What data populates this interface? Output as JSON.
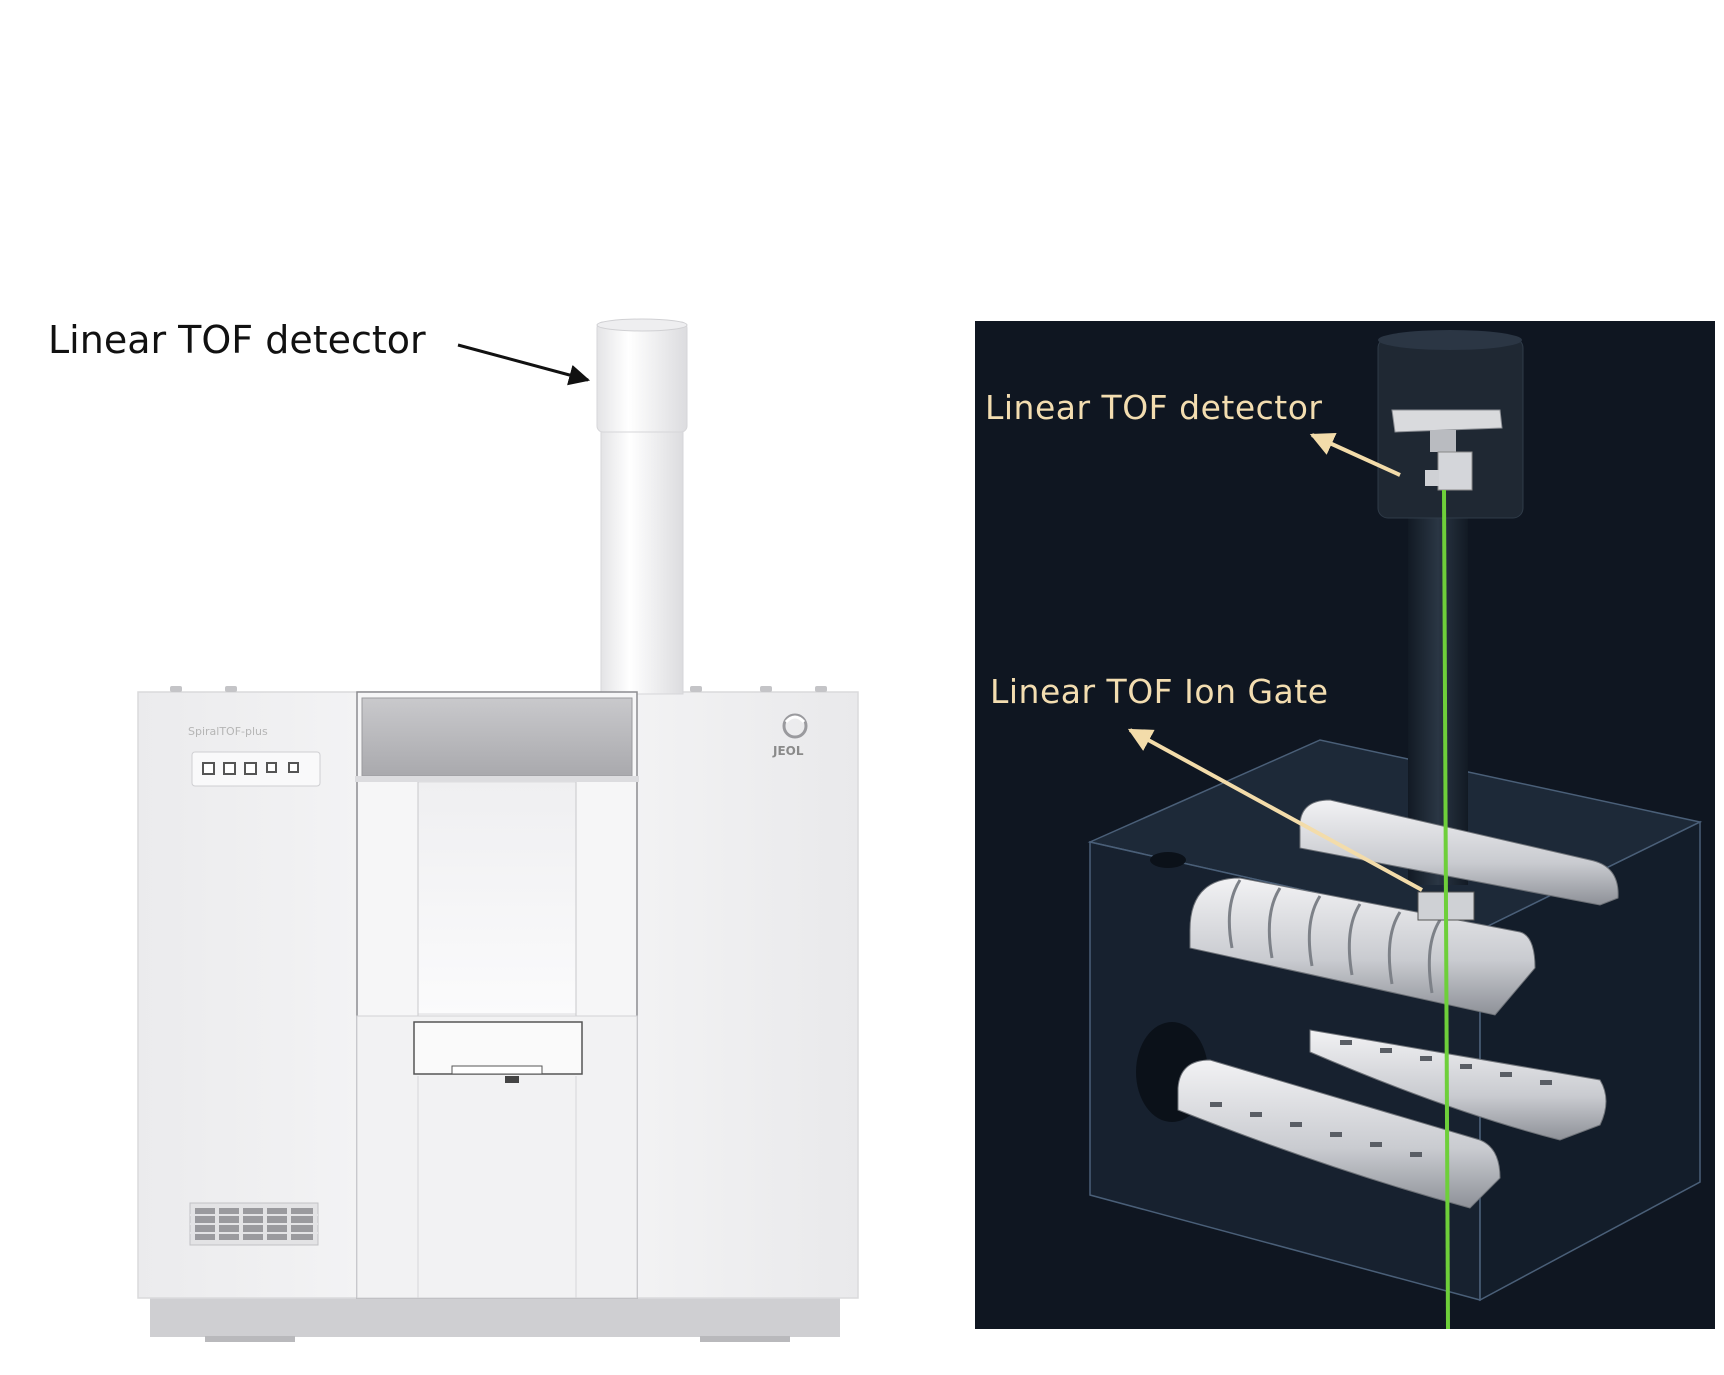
{
  "left_panel": {
    "callout": "Linear TOF detector",
    "instrument": {
      "model_label": "SpiralTOF-plus",
      "brand_logo": "JEOL",
      "brand_icon": "jeol-logo-icon"
    }
  },
  "right_panel": {
    "callouts": [
      {
        "label": "Linear TOF detector"
      },
      {
        "label": "Linear TOF Ion Gate"
      }
    ]
  },
  "colors": {
    "background": "#ffffff",
    "instrument_body": "#f4f4f5",
    "dark_panel_bg": "#0f1621",
    "callout_text_dark_panel": "#f3ddb0",
    "ion_beam": "#6ecf3a",
    "arrow_left": "#111111",
    "arrow_right": "#f3dcaa"
  }
}
